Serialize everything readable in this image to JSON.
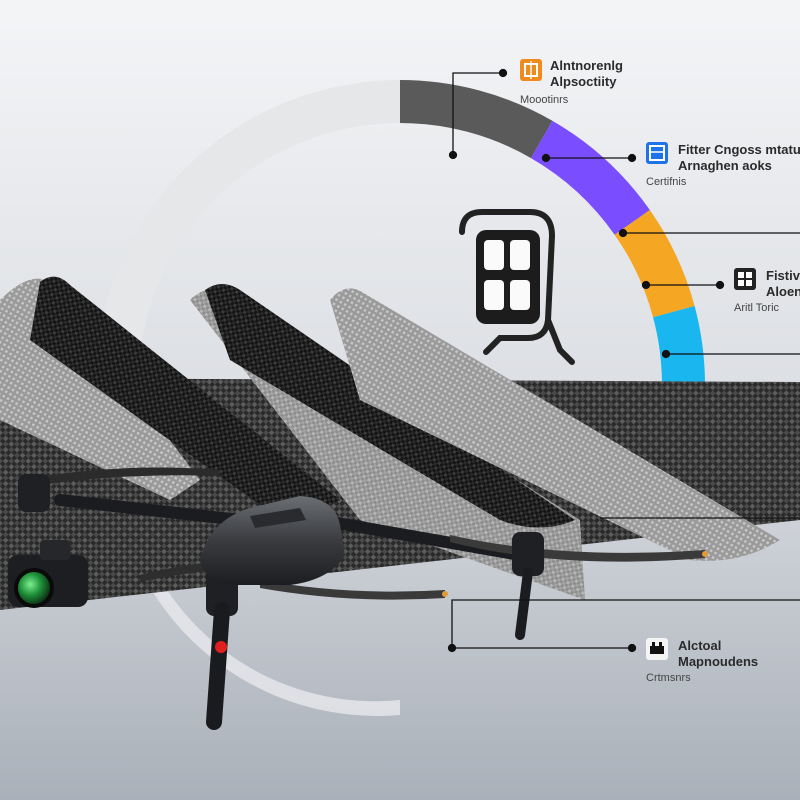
{
  "colors": {
    "bg_top": "#f3f4f6",
    "bg_bottom": "#aeb4bd",
    "ring_light": "#e6e7e9",
    "ring_dark": "#5a5a5a",
    "ring_purple": "#7a4dff",
    "ring_orange": "#f5a623",
    "ring_cyan": "#19b6ef",
    "leader": "#111111",
    "camera_lens": "#2fb34a",
    "status_led": "#e02020"
  },
  "ring_segments": [
    {
      "name": "light",
      "from_deg": 180,
      "to_deg": 270,
      "color_key": "ring_light"
    },
    {
      "name": "dark",
      "from_deg": 270,
      "to_deg": 300,
      "color_key": "ring_dark"
    },
    {
      "name": "purple",
      "from_deg": 300,
      "to_deg": 325,
      "color_key": "ring_purple"
    },
    {
      "name": "orange",
      "from_deg": 325,
      "to_deg": 345,
      "color_key": "ring_orange"
    },
    {
      "name": "cyan",
      "from_deg": 345,
      "to_deg": 360,
      "color_key": "ring_cyan"
    }
  ],
  "callouts": [
    {
      "id": "top",
      "icon": "chip-icon",
      "icon_color": "#f08a1c",
      "line1": "Alntnorenlg",
      "line2": "Alpsoctiity",
      "line3": "Moootinrs"
    },
    {
      "id": "upper-right",
      "icon": "panel-icon",
      "icon_color": "#1e73e8",
      "line1": "Fitter Cngoss mtatu",
      "line2": "Arnaghen aoks",
      "line3": "Certifnis"
    },
    {
      "id": "mid-right",
      "icon": "grid-icon",
      "icon_color": "#222222",
      "line1": "Fistiv",
      "line2": "Aloen",
      "line3": "Aritl Toric"
    },
    {
      "id": "bottom-right",
      "icon": "frame-icon",
      "icon_color": "#111111",
      "line1": "Alctoal",
      "line2": "Mapnoudens",
      "line3": "Crtmsnrs"
    }
  ]
}
